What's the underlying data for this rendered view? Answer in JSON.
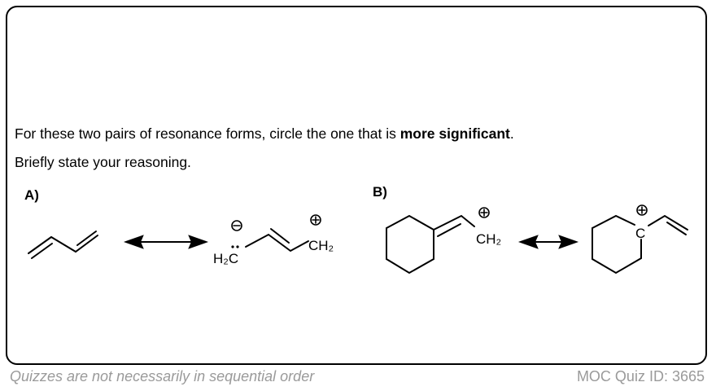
{
  "question": {
    "line1_prefix": "For these two pairs of resonance forms, circle the one that is ",
    "line1_bold": "more significant",
    "line1_suffix": ".",
    "line2": "Briefly state your reasoning."
  },
  "parts": {
    "a_label": "A)",
    "b_label": "B)",
    "a_right_left_group": "H₂C",
    "a_right_right_group": "CH₂",
    "b_left_group": "CH₂",
    "b_right_atom": "C"
  },
  "footer": {
    "left": "Quizzes are not necessarily in sequential order",
    "right": "MOC Quiz ID: 3665"
  }
}
